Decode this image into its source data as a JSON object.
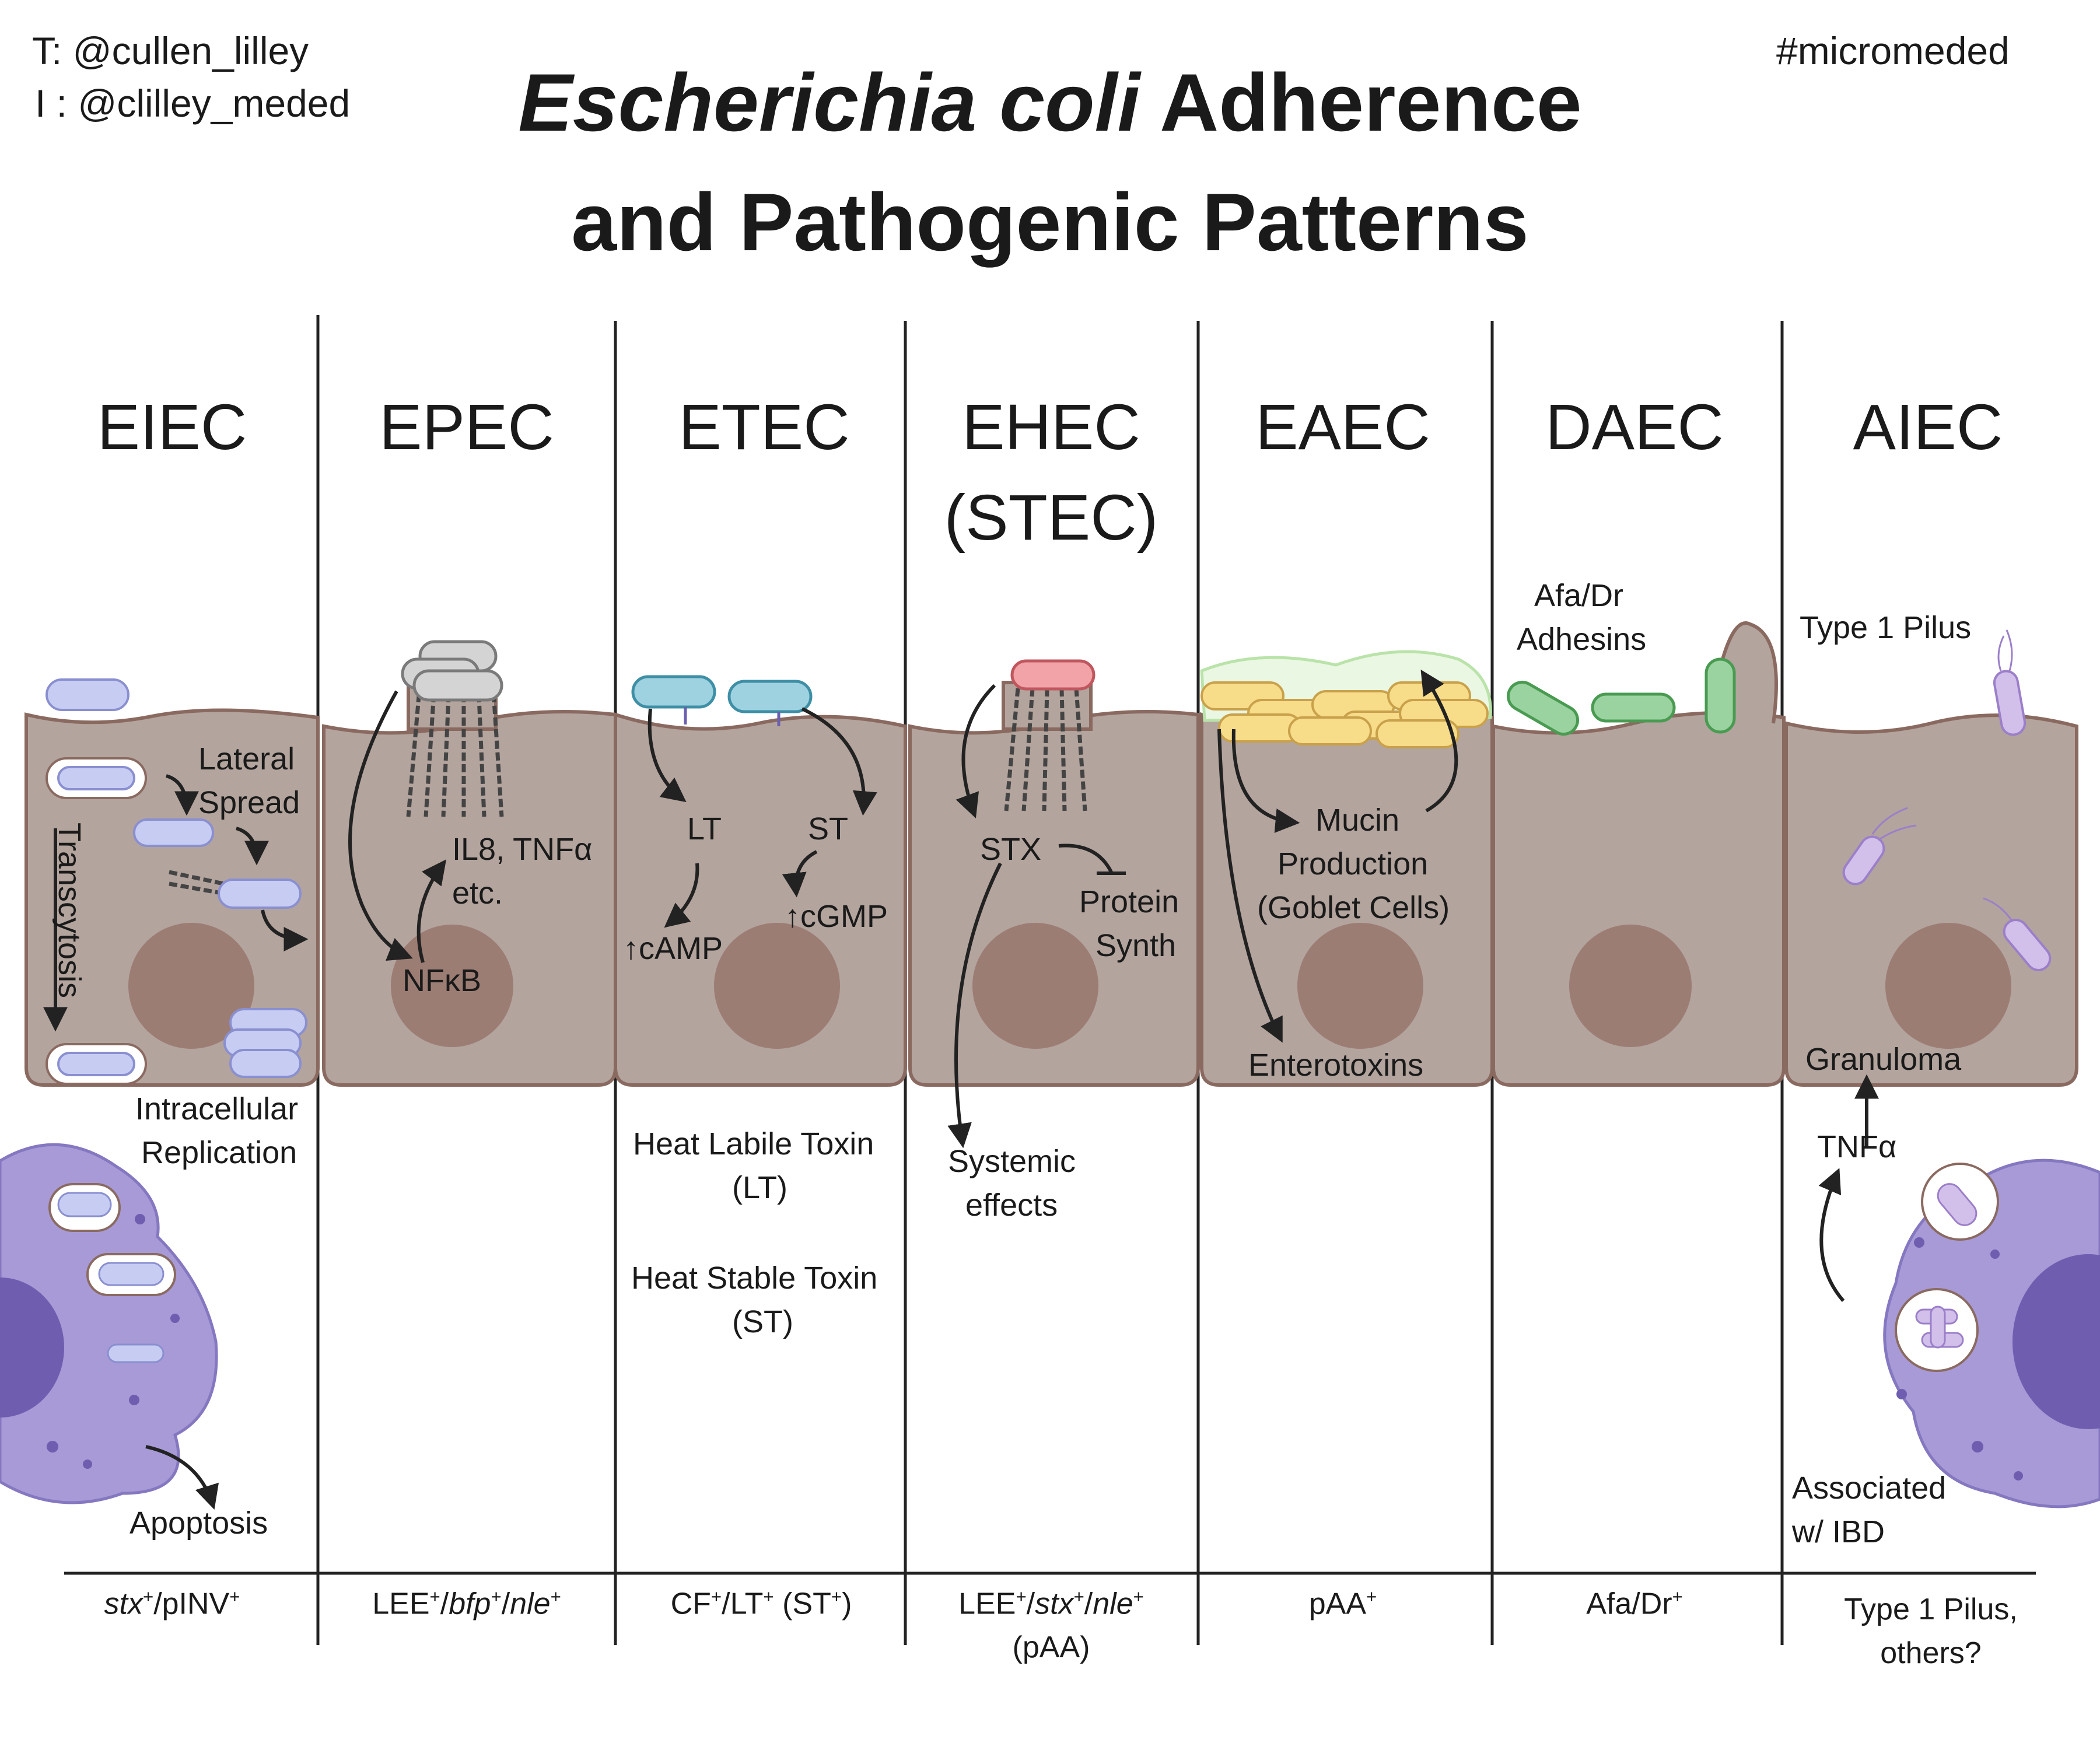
{
  "credits": {
    "twitter": "T: @cullen_lilley",
    "instagram": "I : @clilley_meded",
    "hashtag": "#micromeded"
  },
  "title": {
    "italic": "Escherichia coli",
    "rest1": " Adherence",
    "line2": "and Pathogenic Patterns"
  },
  "colors": {
    "cell": "#b3a49d",
    "cell_border": "#8a6a60",
    "nucleus": "#9c7d74",
    "bacteria_blue": "#c7cdf2",
    "bacteria_teal": "#9fd2e0",
    "bacteria_red": "#f1a3a8",
    "bacteria_yellow": "#f7dc8a",
    "bacteria_green": "#9bd3a0",
    "bacteria_purple": "#d2c0ea",
    "macrophage": "#a79ad6",
    "macrophage_nucleus": "#6f5db0"
  },
  "columns": [
    {
      "name": "EIEC"
    },
    {
      "name": "EPEC"
    },
    {
      "name": "ETEC"
    },
    {
      "name": "EHEC",
      "name2": "(STEC)"
    },
    {
      "name": "EAEC"
    },
    {
      "name": "DAEC"
    },
    {
      "name": "AIEC"
    }
  ],
  "eiec": {
    "lateral": "Lateral",
    "spread": "Spread",
    "transcytosis": "Transcytosis",
    "intracellular": "Intracellular",
    "replication": "Replication",
    "apoptosis": "Apoptosis"
  },
  "epec": {
    "il8": "IL8, TNFα",
    "etc": "etc.",
    "nfkb": "NFκB"
  },
  "etec": {
    "lt": "LT",
    "st": "ST",
    "camp": "↑cAMP",
    "cgmp": "↑cGMP",
    "hlt1": "Heat Labile Toxin",
    "hlt2": "(LT)",
    "hst1": "Heat Stable Toxin",
    "hst2": "(ST)"
  },
  "ehec": {
    "stx": "STX",
    "protein": "Protein",
    "synth": "Synth",
    "systemic": "Systemic",
    "effects": "effects"
  },
  "eaec": {
    "mucin": "Mucin",
    "production": "Production",
    "goblet": "(Goblet Cells)",
    "enterotoxins": "Enterotoxins"
  },
  "daec": {
    "afa": "Afa/Dr",
    "adhesins": "Adhesins"
  },
  "aiec": {
    "type1": "Type 1 Pilus",
    "granuloma": "Granuloma",
    "tnfa": "TNFα",
    "associated": "Associated",
    "ibd": "w/ IBD"
  },
  "footer": {
    "eiec_a": "stx",
    "eiec_b": "+",
    "eiec_c": "/pINV",
    "eiec_d": "+",
    "epec_a": "LEE",
    "epec_b": "+",
    "epec_c": "/",
    "epec_d": "bfp",
    "epec_e": "+",
    "epec_f": "/",
    "epec_g": "nle",
    "epec_h": "+",
    "etec_a": "CF",
    "etec_b": "+",
    "etec_c": "/LT",
    "etec_d": "+",
    "etec_e": " (ST",
    "etec_f": "+",
    "etec_g": ")",
    "ehec_a": "LEE",
    "ehec_b": "+",
    "ehec_c": "/",
    "ehec_d": "stx",
    "ehec_e": "+",
    "ehec_f": "/",
    "ehec_g": "nle",
    "ehec_h": "+",
    "ehec_line2": "(pAA)",
    "eaec_a": "pAA",
    "eaec_b": "+",
    "daec_a": "Afa/Dr",
    "daec_b": "+",
    "aiec_1": "Type 1 Pilus,",
    "aiec_2": "others?"
  }
}
